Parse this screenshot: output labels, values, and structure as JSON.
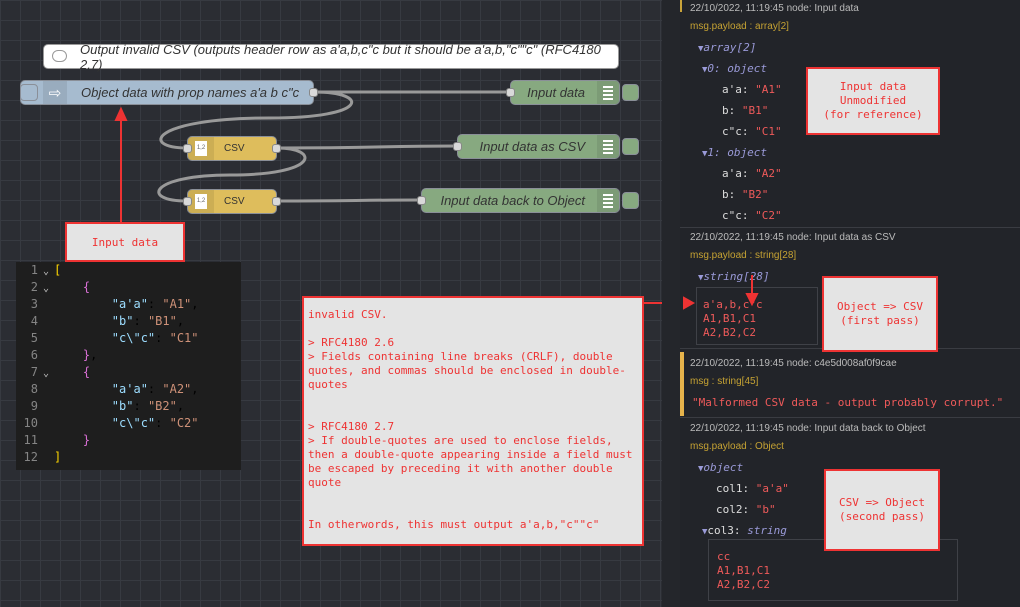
{
  "flow": {
    "comment": "Output invalid CSV (outputs header row as a'a,b,c\"c but it should be a'a,b,\"c\"\"c\" (RFC4180 2.7)",
    "inject_label": "Object data with prop names a'a b c\"c",
    "csv1_label": "CSV",
    "csv2_label": "CSV",
    "csv_icon_text": "1,2",
    "debug1_label": "Input data",
    "debug2_label": "Input data as CSV",
    "debug3_label": "Input data back to Object"
  },
  "annotations": {
    "input_data": "Input data",
    "invalid": [
      "invalid CSV.",
      "",
      "> RFC4180 2.6",
      "> Fields containing line breaks (CRLF), double",
      "quotes, and commas should be enclosed in double-",
      "quotes",
      "",
      "",
      "> RFC4180 2.7",
      "> If double-quotes are used to enclose fields,",
      "then a double-quote appearing inside a field must",
      "be escaped by preceding it with another double",
      "quote",
      "",
      "",
      "In otherwords, this must output  a'a,b,\"c\"\"c\""
    ],
    "unmodified": [
      "Input data",
      "Unmodified",
      "(for reference)"
    ],
    "obj_to_csv": [
      "Object => CSV",
      "(first pass)"
    ],
    "csv_to_obj": [
      "CSV => Object",
      "(second pass)"
    ]
  },
  "code": {
    "lines": [
      {
        "n": "1",
        "fold": true,
        "text": "["
      },
      {
        "n": "2",
        "fold": true,
        "text": "    {"
      },
      {
        "n": "3",
        "fold": false,
        "text": "        \"a'a\": \"A1\","
      },
      {
        "n": "4",
        "fold": false,
        "text": "        \"b\": \"B1\","
      },
      {
        "n": "5",
        "fold": false,
        "text": "        \"c\\\"c\": \"C1\""
      },
      {
        "n": "6",
        "fold": false,
        "text": "    },"
      },
      {
        "n": "7",
        "fold": true,
        "text": "    {"
      },
      {
        "n": "8",
        "fold": false,
        "text": "        \"a'a\": \"A2\","
      },
      {
        "n": "9",
        "fold": false,
        "text": "        \"b\": \"B2\","
      },
      {
        "n": "10",
        "fold": false,
        "text": "        \"c\\\"c\": \"C2\""
      },
      {
        "n": "11",
        "fold": false,
        "text": "    }"
      },
      {
        "n": "12",
        "fold": false,
        "text": "]"
      }
    ]
  },
  "debug": {
    "m1": {
      "meta": "22/10/2022, 11:19:45   node: Input data",
      "topic": "msg.payload : array[2]",
      "root": "array[2]",
      "g0": "0: object",
      "g0a_k": "a'a:",
      "g0a_v": "\"A1\"",
      "g0b_k": "b:",
      "g0b_v": "\"B1\"",
      "g0c_k": "c\"c:",
      "g0c_v": "\"C1\"",
      "g1": "1: object",
      "g1a_k": "a'a:",
      "g1a_v": "\"A2\"",
      "g1b_k": "b:",
      "g1b_v": "\"B2\"",
      "g1c_k": "c\"c:",
      "g1c_v": "\"C2\""
    },
    "m2": {
      "meta": "22/10/2022, 11:19:45   node: Input data as CSV",
      "topic": "msg.payload : string[28]",
      "root": "string[28]",
      "lines": [
        "a'a,b,c\"c",
        "A1,B1,C1",
        "A2,B2,C2"
      ]
    },
    "m3": {
      "meta": "22/10/2022, 11:19:45   node: c4e5d008af0f9cae",
      "topic": "msg : string[45]",
      "value": "\"Malformed CSV data - output probably corrupt.\""
    },
    "m4": {
      "meta": "22/10/2022, 11:19:45   node: Input data back to Object",
      "topic": "msg.payload : Object",
      "root": "object",
      "c1_k": "col1:",
      "c1_v": "\"a'a\"",
      "c2_k": "col2:",
      "c2_v": "\"b\"",
      "c3_k": "col3:",
      "c3_t": "string",
      "c3_lines": [
        "cc",
        "A1,B1,C1",
        "A2,B2,C2"
      ]
    }
  },
  "colors": {
    "inject": "#a6bbcf",
    "csv": "#debd5c",
    "debug": "#87a980",
    "annotation": "#ee3333"
  }
}
